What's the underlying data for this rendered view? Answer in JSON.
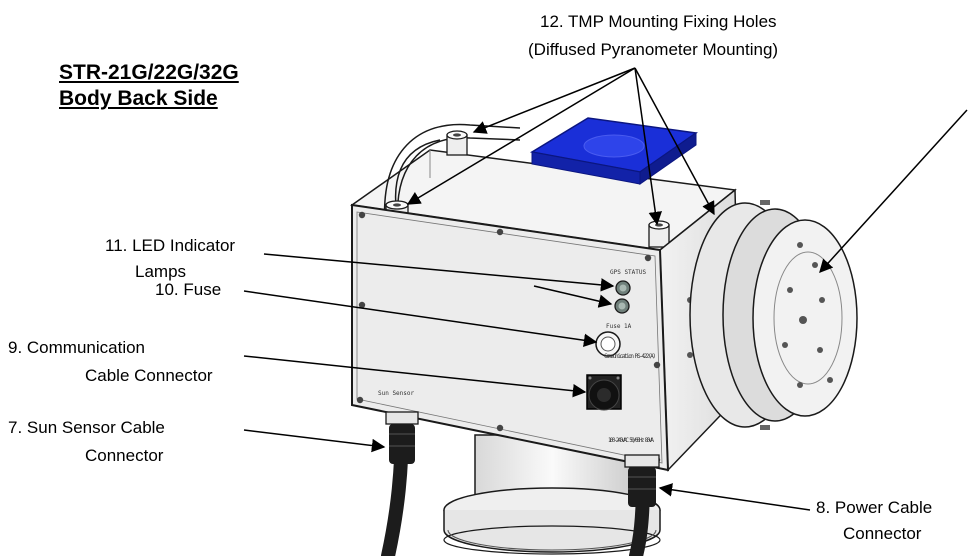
{
  "title": {
    "line1": "STR-21G/22G/32G",
    "line2": "Body Back Side"
  },
  "labels": {
    "tmp_line1": "12. TMP Mounting Fixing Holes",
    "tmp_line2": "(Diffused Pyranometer Mounting)",
    "led_line1": "11. LED Indicator",
    "led_line2": "Lamps",
    "fuse": "10. Fuse",
    "comm_line1": "9. Communication",
    "comm_line2": "Cable Connector",
    "sun_line1": "7. Sun Sensor Cable",
    "sun_line2": "Connector",
    "power_line1": "8. Power Cable",
    "power_line2": "Connector"
  },
  "panel_markings": {
    "gps": "GPS STATUS",
    "fuse": "Fuse 1A",
    "comm": "Communication RS-422(A)",
    "sun": "Sun Sensor",
    "power": "100-240VAC 50/60Hz 80VA"
  },
  "colors": {
    "body": "#e9e9e9",
    "outline": "#1a1a1a",
    "lid": "#1a2fd8",
    "cable": "#1c1c1c"
  }
}
